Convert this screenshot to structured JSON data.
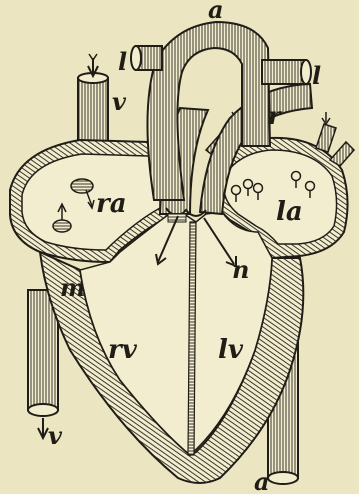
{
  "diagram": {
    "labels": {
      "a_top": "a",
      "l_left": "l",
      "l_right": "l",
      "v_top": "v",
      "r": "r",
      "ra": "ra",
      "la": "la",
      "m": "m",
      "n": "n",
      "rv": "rv",
      "lv": "lv",
      "v_bottom": "v",
      "a_bottom": "a"
    },
    "colors": {
      "background": "#ece5c2",
      "ink": "#1f1d16",
      "paper": "#f3edd0",
      "hatch": "#3a372b"
    }
  }
}
